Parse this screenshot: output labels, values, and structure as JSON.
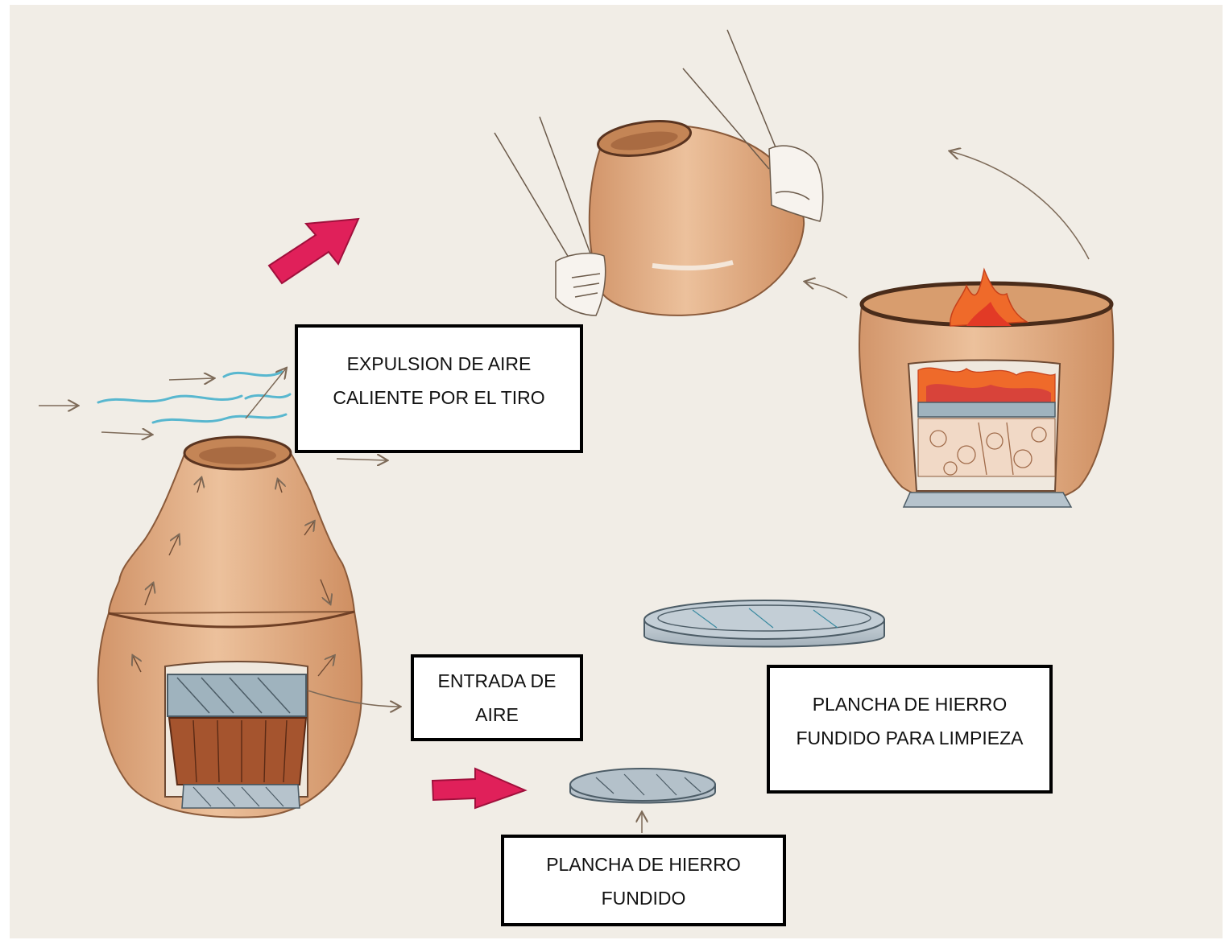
{
  "labels": {
    "expulsion": "EXPULSION DE AIRE\nCALIENTE POR EL TIRO",
    "entrada": "ENTRADA DE\nAIRE",
    "plancha_limpieza": "PLANCHA DE HIERRO\nFUNDIDO PARA LIMPIEZA",
    "plancha": "PLANCHA DE HIERRO\nFUNDIDO"
  },
  "colors": {
    "paper": "#f1ede6",
    "clay": "#deaa7e",
    "clay_dark": "#b98258",
    "iron": "#b7c2cb",
    "flame": "#ef6a2a",
    "red_arrow": "#e0205a",
    "air_wave": "#58b7cf"
  }
}
